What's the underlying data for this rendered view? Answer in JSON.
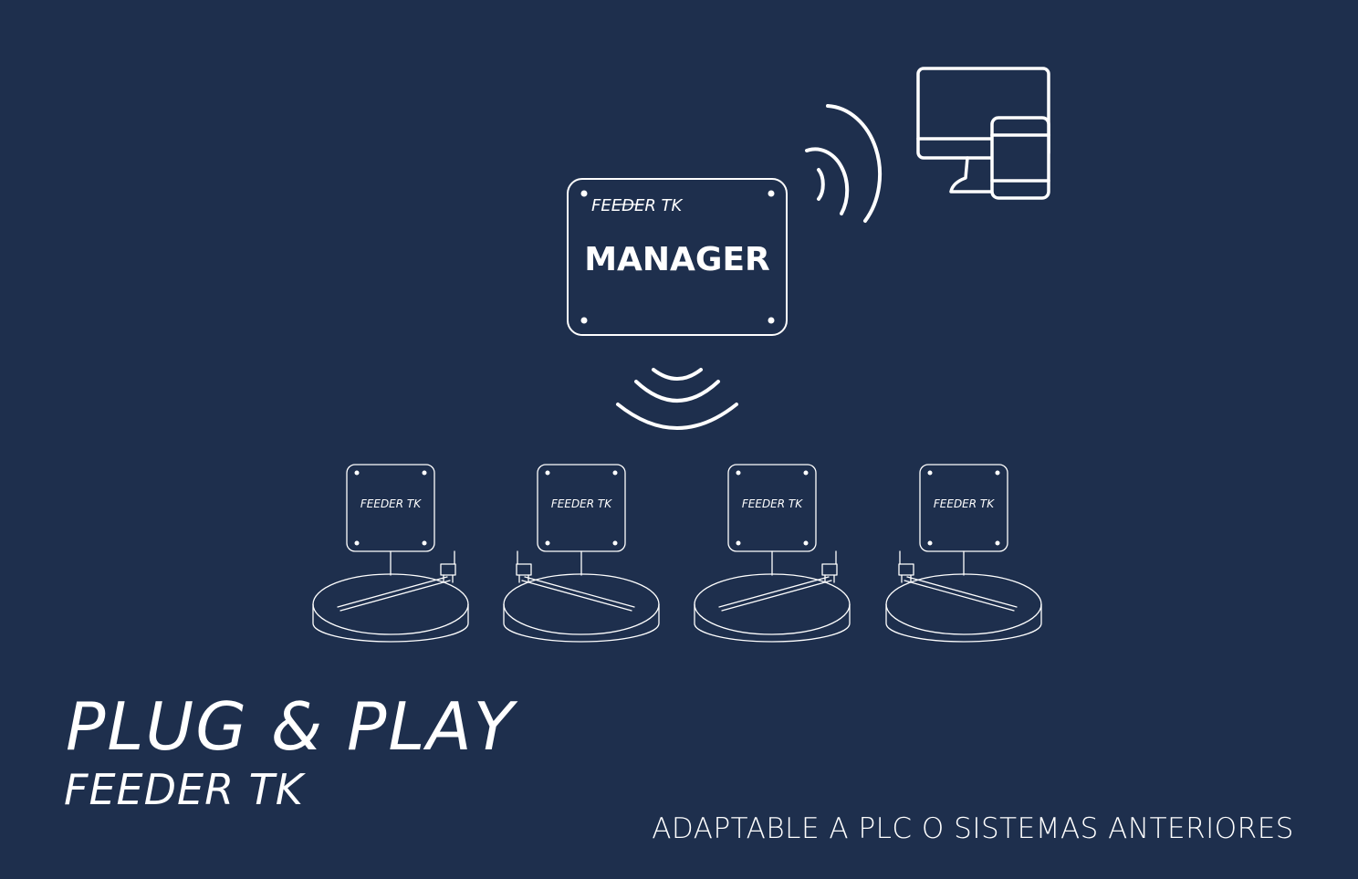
{
  "manager": {
    "brand": "FEEDER TK",
    "label": "MANAGER"
  },
  "feeders": [
    {
      "label": "FEEDER TK"
    },
    {
      "label": "FEEDER TK"
    },
    {
      "label": "FEEDER TK"
    },
    {
      "label": "FEEDER TK"
    }
  ],
  "client_devices": {
    "icon": "monitor-and-tablet-icon"
  },
  "headline": "PLUG & PLAY",
  "brand": "FEEDER TK",
  "tagline": "ADAPTABLE A PLC O SISTEMAS ANTERIORES",
  "colors": {
    "background": "#1e2f4d",
    "foreground": "#ffffff"
  }
}
